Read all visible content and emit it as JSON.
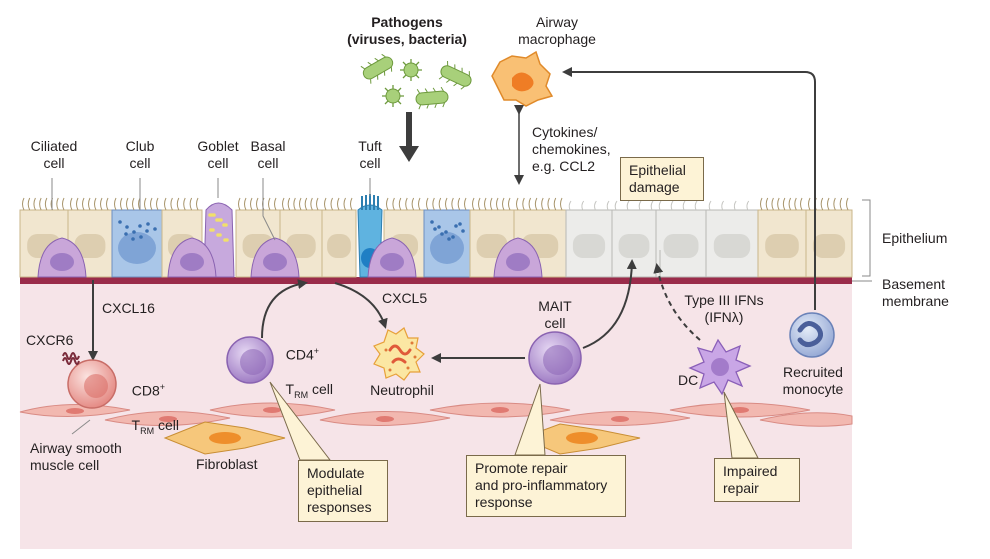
{
  "pathogens": {
    "title": "Pathogens",
    "subtitle": "(viruses, bacteria)"
  },
  "macrophage_label": "Airway\nmacrophage",
  "cytokines_label": "Cytokines/\nchemokines,\ne.g. CCL2",
  "epithelial_damage_label": "Epithelial\ndamage",
  "cell_types": {
    "ciliated": "Ciliated\ncell",
    "club": "Club\ncell",
    "goblet": "Goblet\ncell",
    "basal": "Basal\ncell",
    "tuft": "Tuft\ncell"
  },
  "epithelium_label": "Epithelium",
  "basement_membrane_label": "Basement\nmembrane",
  "cxcl16_label": "CXCL16",
  "cxcr6_label": "CXCR6",
  "cd8_label": {
    "prefix": "CD8",
    "sup": "+",
    "t": "T",
    "sub": "RM",
    "suffix": " cell"
  },
  "cd4_label": {
    "prefix": "CD4",
    "sup": "+",
    "t": "T",
    "sub": "RM",
    "suffix": " cell"
  },
  "cxcl5_label": "CXCL5",
  "neutrophil_label": "Neutrophil",
  "mait_label": "MAIT\ncell",
  "type3_ifn_label": "Type III IFNs\n(IFNλ)",
  "dc_label": "DC",
  "recruited_monocyte_label": "Recruited\nmonocyte",
  "smooth_muscle_label": "Airway smooth\nmuscle cell",
  "fibroblast_label": "Fibroblast",
  "callouts": {
    "modulate": "Modulate\nepithelial\nresponses",
    "promote": "Promote repair\nand pro-inflammatory\nresponse",
    "impaired": "Impaired\nrepair"
  },
  "colors": {
    "lamina_propria": "#f6e4e8",
    "basement_membrane": "#9a2b4a",
    "epithelial_cell": "#f1e6cf",
    "damaged_cell": "#ececea",
    "club_cell": "#a9c6e8",
    "basal_cell": "#c9a6d9",
    "immune_purple": "#b08fd0",
    "macrophage": "#f4a24a",
    "pathogen": "#a8d07a",
    "callout_fill": "#fdf3d6"
  }
}
